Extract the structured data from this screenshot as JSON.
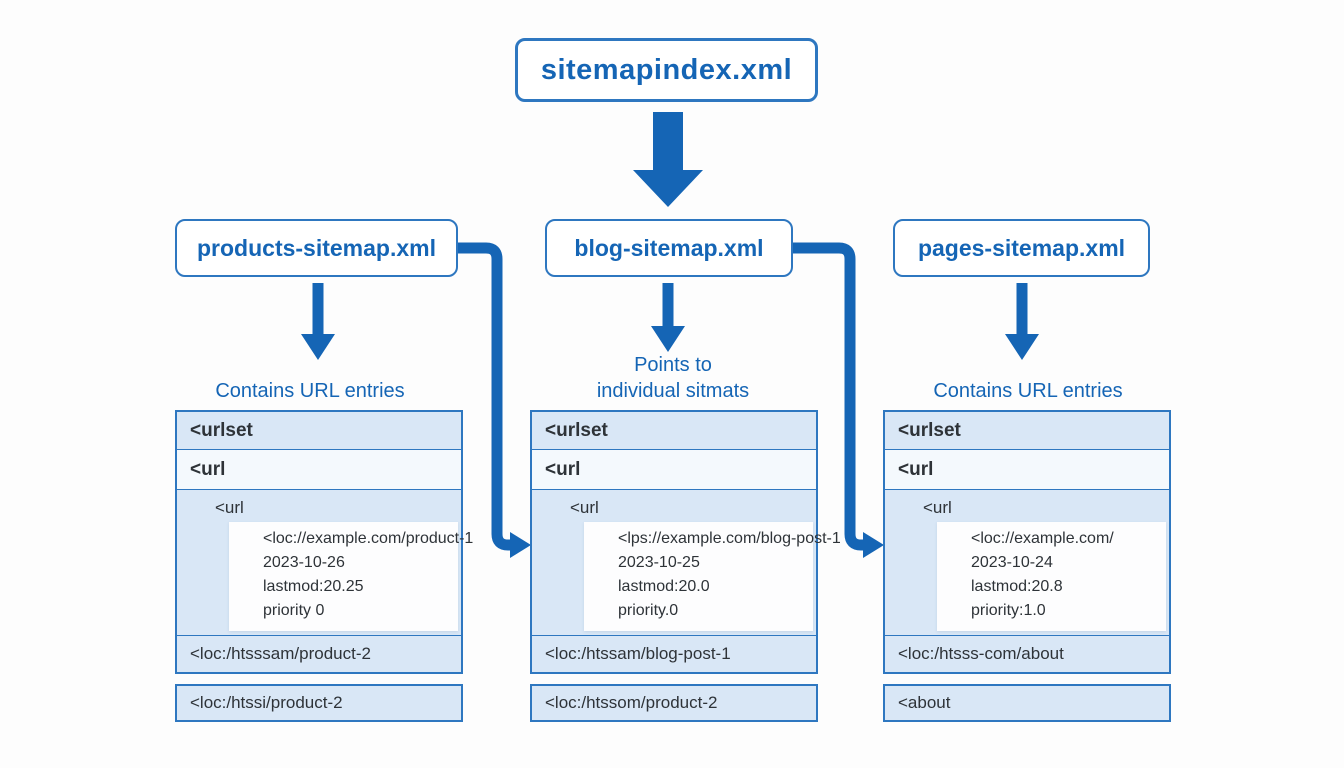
{
  "title": "sitemapindex.xml",
  "colors": {
    "accent": "#1565b5",
    "box-border": "#2e77c0",
    "light-fill": "#d9e7f6",
    "row-fill": "#f4f9fd",
    "inner-fill": "#fdfdfe",
    "code-text": "#2e3338"
  },
  "sitemaps": [
    {
      "label": "products-sitemap.xml",
      "caption_line1": "Contains URL entries",
      "caption_line2": "",
      "code": {
        "header": "<urlset",
        "row2": "<url",
        "nested": "<url",
        "details": [
          "<loc://example.com/product-1",
          "2023-10-26",
          "lastmod:20.25",
          "priority 0"
        ],
        "loc_row": "<loc:/htsssam/product-2",
        "detached_row": "<loc:/htssi/product-2"
      }
    },
    {
      "label": "blog-sitemap.xml",
      "caption_line1": "Points to",
      "caption_line2": "individual sitmats",
      "code": {
        "header": "<urlset",
        "row2": "<url",
        "nested": "<url",
        "details": [
          "<lps://example.com/blog-post-1",
          "2023-10-25",
          "lastmod:20.0",
          "priority.0"
        ],
        "loc_row": "<loc:/htssam/blog-post-1",
        "detached_row": "<loc:/htssom/product-2"
      }
    },
    {
      "label": "pages-sitemap.xml",
      "caption_line1": "Contains URL entries",
      "caption_line2": "",
      "code": {
        "header": "<urlset",
        "row2": "<url",
        "nested": "<url",
        "details": [
          "<loc://example.com/",
          "2023-10-24",
          "lastmod:20.8",
          "priority:1.0"
        ],
        "loc_row": "<loc:/htsss-com/about",
        "detached_row": "<about"
      }
    }
  ]
}
